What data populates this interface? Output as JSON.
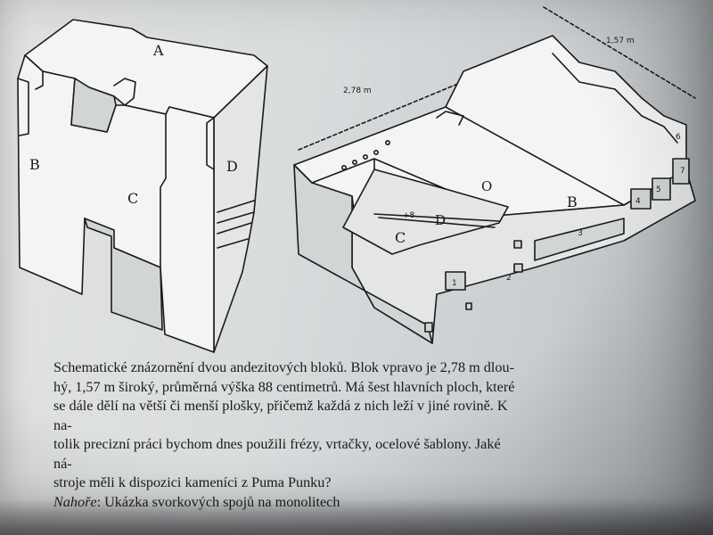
{
  "figure": {
    "left_block": {
      "face_labels": [
        "A",
        "B",
        "C",
        "D"
      ]
    },
    "right_block": {
      "face_labels": [
        "C",
        "D",
        "O",
        "B"
      ],
      "dimension_length": "2,78 m",
      "dimension_width": "1,57 m",
      "small_marks": [
        "1",
        "2",
        "3",
        "4",
        "5",
        "6",
        "7",
        "+8"
      ]
    }
  },
  "caption": {
    "lines": [
      "Schematické znázornění dvou andezitových bloků. Blok vpravo je 2,78 m dlou-",
      "hý, 1,57 m široký, průměrná výška 88 centimetrů. Má šest hlavních ploch, které",
      "se dále dělí na větší či menší plošky, přičemž každá z nich leží v jiné rovině. K na-",
      "tolik precizní práci bychom dnes použili frézy, vrtačky, ocelové šablony. Jaké ná-",
      "stroje měli k dispozici kameníci z Puma Punku?"
    ],
    "note_label": "Nahoře",
    "note_text": ": Ukázka svorkových spojů na monolitech"
  }
}
